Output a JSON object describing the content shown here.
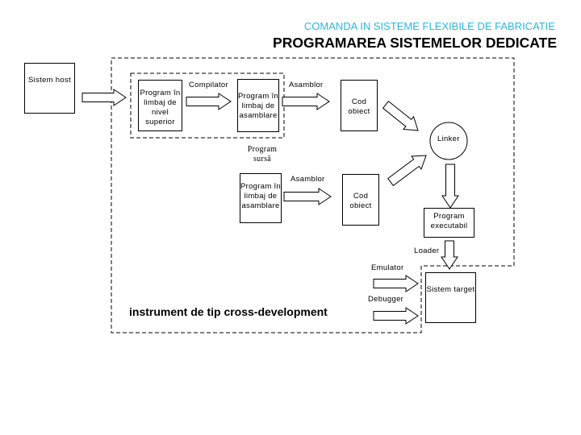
{
  "header": {
    "subtitle": "COMANDA IN SISTEME FLEXIBILE DE FABRICATIE",
    "title": "PROGRAMAREA SISTEMELOR DEDICATE",
    "subtitle_color": "#29b6e0"
  },
  "diagram": {
    "host": "Sistem host",
    "high_level": "Program în limbaj de nivel superior",
    "compiler": "Compilator",
    "assembly_1": "Program în limbaj de asamblare",
    "assembler_1": "Asamblor",
    "object_1": "Cod obiect",
    "source_program": "Program sursă",
    "assembly_2": "Program în limbaj de asamblare",
    "assembler_2": "Asamblor",
    "object_2": "Cod obiect",
    "linker": "Linker",
    "executable": "Program executabil",
    "loader": "Loader",
    "emulator": "Emulator",
    "debugger": "Debugger",
    "target": "Sistem target",
    "tool_caption": "instrument de tip cross-development"
  }
}
